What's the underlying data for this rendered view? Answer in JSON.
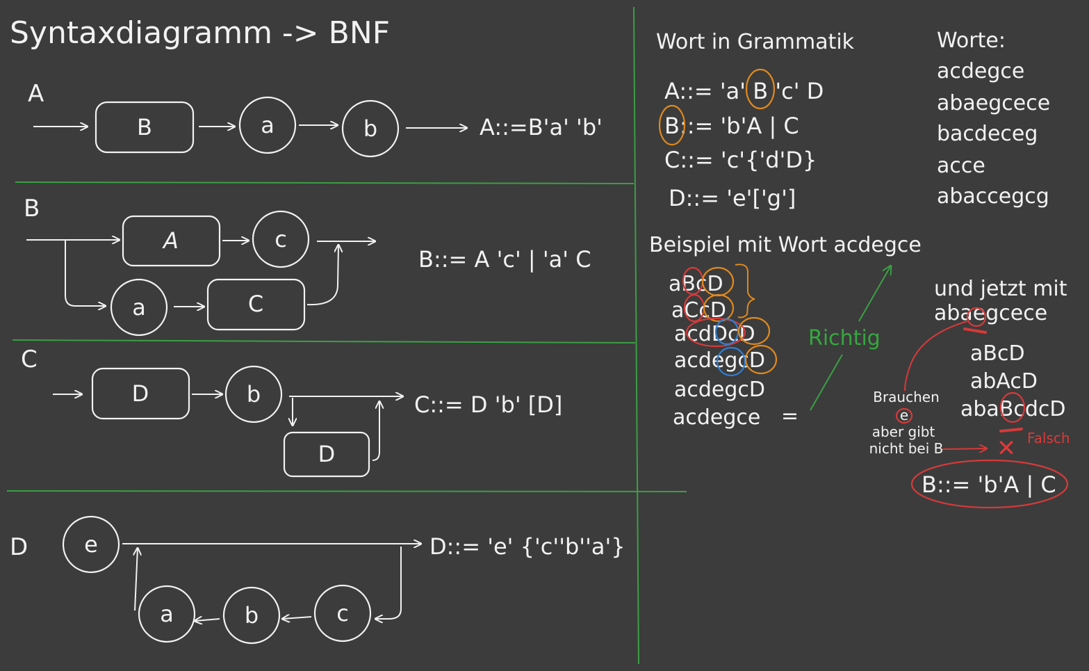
{
  "title": "Syntaxdiagramm -> BNF",
  "diagrams": {
    "A": {
      "label": "A",
      "nodes": [
        "B",
        "a",
        "b"
      ],
      "bnf": "A::=B'a' 'b'"
    },
    "B": {
      "label": "B",
      "nodes": [
        "A",
        "c",
        "a",
        "C"
      ],
      "bnf": "B::=  A 'c' | 'a' C"
    },
    "C": {
      "label": "C",
      "nodes": [
        "D",
        "b",
        "D"
      ],
      "bnf": "C::= D 'b' [D]"
    },
    "D": {
      "label": "D",
      "nodes": [
        "e",
        "a",
        "b",
        "c"
      ],
      "bnf": "D::= 'e' {'c''b''a'}"
    }
  },
  "grammar": {
    "heading": "Wort in Grammatik",
    "rules": [
      {
        "lhs": "A::=",
        "rhs": "'a' B 'c' D"
      },
      {
        "lhs": "B::=",
        "rhs": "'b'A | C"
      },
      {
        "lhs": "C::=",
        "rhs": "'c'{'d'D}"
      },
      {
        "lhs": "D::=",
        "rhs": "'e'['g']"
      }
    ]
  },
  "words": {
    "heading": "Worte:",
    "items": [
      "acdegce",
      "abaegcece",
      "bacdeceg",
      "acce",
      "abaccegcg"
    ]
  },
  "example": {
    "heading": "Beispiel mit Wort acdegce",
    "derivation": [
      "aBcD",
      "aCcD",
      "acdDcD",
      "acdegcD",
      "acdegcD",
      "acdegce"
    ],
    "equals": "=",
    "verdict": "Richtig"
  },
  "second_example": {
    "heading_line1": "und jetzt mit",
    "heading_line2": "abaegcece",
    "derivation": [
      "aBcD",
      "abAcD",
      "abaBcdcD"
    ],
    "note_line1": "Brauchen",
    "note_e": "e",
    "note_line2": "aber gibt",
    "note_line3": "nicht bei B",
    "verdict": "Falsch",
    "cross": "✕",
    "rule": "B::= 'b'A | C"
  },
  "colors": {
    "background": "#3c3c3c",
    "chalk": "#f2f2f2",
    "divider": "#3aa043",
    "orange": "#e08a1e",
    "red": "#d63a3a",
    "blue": "#2f7fd6",
    "green_text": "#35a83f"
  }
}
